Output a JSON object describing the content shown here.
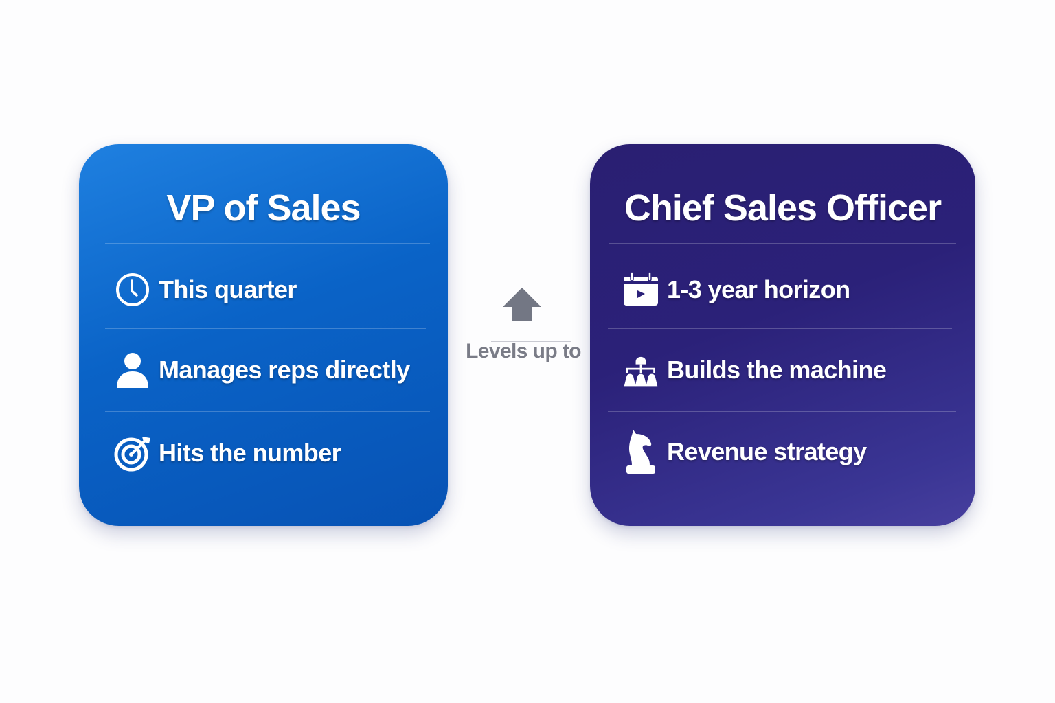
{
  "left_card": {
    "title": "VP of Sales",
    "background_colors": [
      "#1f80e0",
      "#0752b4"
    ],
    "items": [
      {
        "icon": "clock-icon",
        "label": "This quarter"
      },
      {
        "icon": "person-icon",
        "label": "Manages reps directly"
      },
      {
        "icon": "target-icon",
        "label": "Hits the number"
      }
    ]
  },
  "connector": {
    "icon": "arrow-up-icon",
    "label": "Levels up to",
    "color": "#7a7c87"
  },
  "right_card": {
    "title": "Chief Sales Officer",
    "background_colors": [
      "#2a1f72",
      "#473f9e"
    ],
    "items": [
      {
        "icon": "calendar-icon",
        "label": "1-3 year horizon"
      },
      {
        "icon": "org-chart-icon",
        "label": "Builds the machine"
      },
      {
        "icon": "chess-knight-icon",
        "label": "Revenue strategy"
      }
    ]
  }
}
